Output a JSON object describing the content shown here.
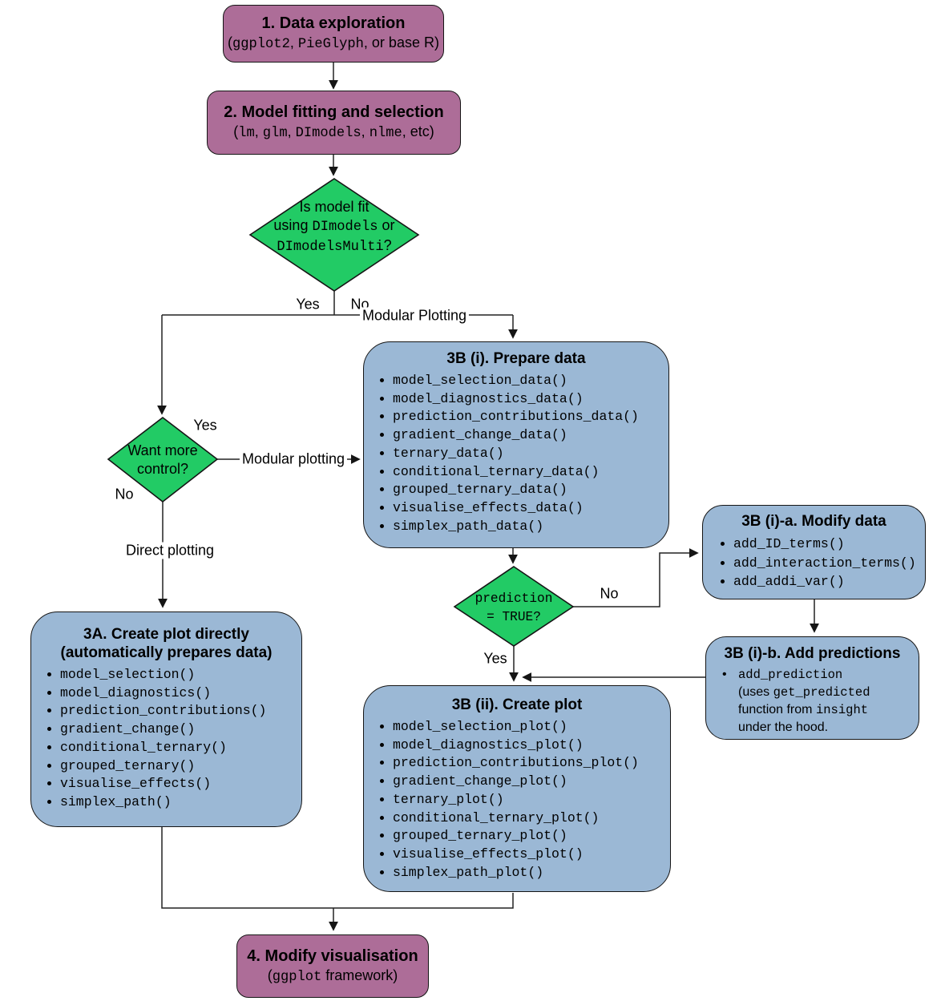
{
  "colors": {
    "purple_fill": "#ad6d98",
    "green_fill": "#22cb65",
    "blue_fill": "#9bb8d5",
    "border": "#151515",
    "line": "#222222"
  },
  "boxes": {
    "box1": {
      "title": "1. Data exploration",
      "subtitle": [
        {
          "t": "("
        },
        {
          "t": "ggplot2",
          "c": 1
        },
        {
          "t": ", "
        },
        {
          "t": "PieGlyph",
          "c": 1
        },
        {
          "t": ", or base R)"
        }
      ]
    },
    "box2": {
      "title": "2. Model fitting and selection",
      "subtitle": [
        {
          "t": "("
        },
        {
          "t": "lm",
          "c": 1
        },
        {
          "t": ", "
        },
        {
          "t": "glm",
          "c": 1
        },
        {
          "t": ", "
        },
        {
          "t": "DImodels",
          "c": 1
        },
        {
          "t": ", "
        },
        {
          "t": "nlme",
          "c": 1
        },
        {
          "t": ", etc)"
        }
      ]
    },
    "box3a": {
      "title_line1": "3A. Create plot directly",
      "title_line2": "(automatically prepares data)",
      "functions": [
        "model_selection()",
        "model_diagnostics()",
        "prediction_contributions()",
        "gradient_change()",
        "conditional_ternary()",
        "grouped_ternary()",
        "visualise_effects()",
        "simplex_path()"
      ]
    },
    "box3bi": {
      "title": "3B (i). Prepare data",
      "functions": [
        "model_selection_data()",
        "model_diagnostics_data()",
        "prediction_contributions_data()",
        "gradient_change_data()",
        "ternary_data()",
        "conditional_ternary_data()",
        "grouped_ternary_data()",
        "visualise_effects_data()",
        "simplex_path_data()"
      ]
    },
    "box3bia": {
      "title": "3B (i)-a. Modify data",
      "functions": [
        "add_ID_terms()",
        "add_interaction_terms()",
        "add_addi_var()"
      ]
    },
    "box3bib": {
      "title": "3B (i)-b. Add predictions",
      "bullet": "•",
      "content_lines": [
        [
          {
            "t": "add_prediction",
            "c": 1
          }
        ],
        [
          {
            "t": "(uses "
          },
          {
            "t": "get_predicted",
            "c": 1
          }
        ],
        [
          {
            "t": "function from "
          },
          {
            "t": "insight",
            "c": 1
          }
        ],
        [
          {
            "t": "under the hood."
          }
        ]
      ]
    },
    "box3bii": {
      "title": "3B (ii). Create plot",
      "functions": [
        "model_selection_plot()",
        "model_diagnostics_plot()",
        "prediction_contributions_plot()",
        "gradient_change_plot()",
        "ternary_plot()",
        "conditional_ternary_plot()",
        "grouped_ternary_plot()",
        "visualise_effects_plot()",
        "simplex_path_plot()"
      ]
    },
    "box4": {
      "title": "4. Modify visualisation",
      "subtitle": [
        {
          "t": "("
        },
        {
          "t": "ggplot",
          "c": 1
        },
        {
          "t": " framework)"
        }
      ]
    }
  },
  "diamonds": {
    "d1": {
      "lines": [
        [
          {
            "t": "Is model fit"
          }
        ],
        [
          {
            "t": "using "
          },
          {
            "t": "DImodels",
            "c": 1
          },
          {
            "t": " or"
          }
        ],
        [
          {
            "t": "DImodelsMulti",
            "c": 1
          },
          {
            "t": "?"
          }
        ]
      ]
    },
    "d2": {
      "lines": [
        [
          {
            "t": "Want more"
          }
        ],
        [
          {
            "t": "control?"
          }
        ]
      ]
    },
    "d3": {
      "lines": [
        [
          {
            "t": "prediction",
            "c": 1
          }
        ],
        [
          {
            "t": "= TRUE?",
            "c": 1
          }
        ]
      ]
    }
  },
  "edge_labels": {
    "d1_yes": "Yes",
    "d1_no": "No",
    "modular_plotting_top": "Modular Plotting",
    "d2_yes": "Yes",
    "d2_modular": "Modular plotting",
    "d2_no": "No",
    "direct_plotting": "Direct plotting",
    "d3_no": "No",
    "d3_yes": "Yes"
  }
}
